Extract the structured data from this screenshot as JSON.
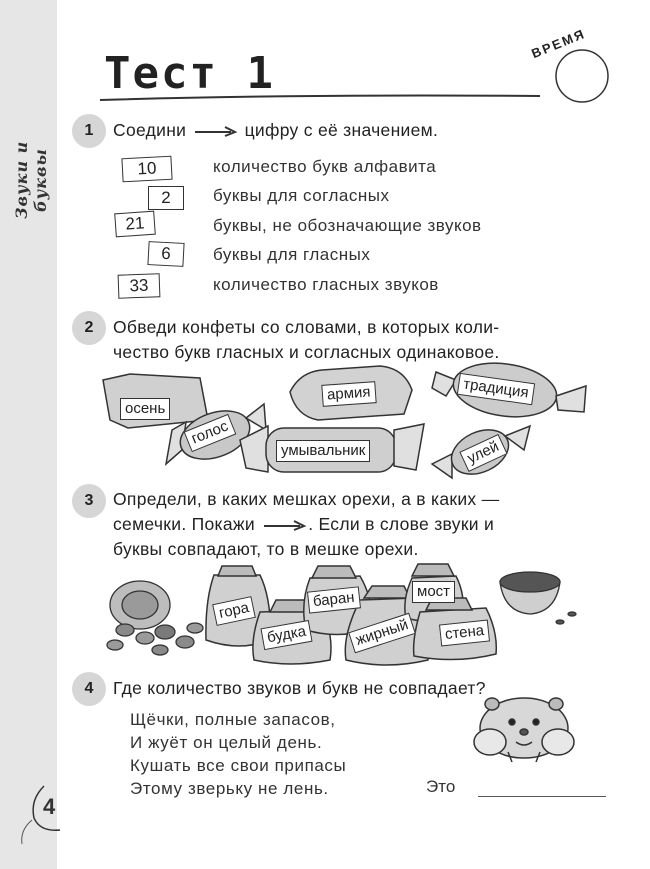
{
  "sidebar": {
    "label": "Звуки и буквы"
  },
  "header": {
    "title": "Тест 1",
    "time_label": "ВРЕМЯ"
  },
  "task1": {
    "number": "1",
    "text_before": "Соедини",
    "text_after": "цифру с её значением.",
    "numbers": [
      "10",
      "2",
      "21",
      "6",
      "33"
    ],
    "meanings": [
      "количество букв алфавита",
      "буквы для согласных",
      "буквы, не обозначающие звуков",
      "буквы для гласных",
      "количество гласных звуков"
    ]
  },
  "task2": {
    "number": "2",
    "line1": "Обведи конфеты со словами, в которых коли-",
    "line2": "чество букв гласных и согласных одинаковое.",
    "candies": [
      "осень",
      "голос",
      "армия",
      "умывальник",
      "традиция",
      "улей"
    ]
  },
  "task3": {
    "number": "3",
    "line1": "Определи, в каких мешках орехи, а в каких —",
    "line2_a": "семечки. Покажи",
    "line2_b": ". Если в слове звуки и",
    "line3": "буквы совпадают, то в мешке орехи.",
    "bags": [
      "гора",
      "баран",
      "мост",
      "будка",
      "жирный",
      "стена"
    ]
  },
  "task4": {
    "number": "4",
    "text": "Где количество звуков и букв не совпадает?",
    "poem": [
      "Щёчки, полные запасов,",
      "И жуёт он целый день.",
      "Кушать все свои припасы",
      "Этому зверьку не лень."
    ],
    "answer_prompt": "Это"
  },
  "footer": {
    "page_number": "4"
  }
}
